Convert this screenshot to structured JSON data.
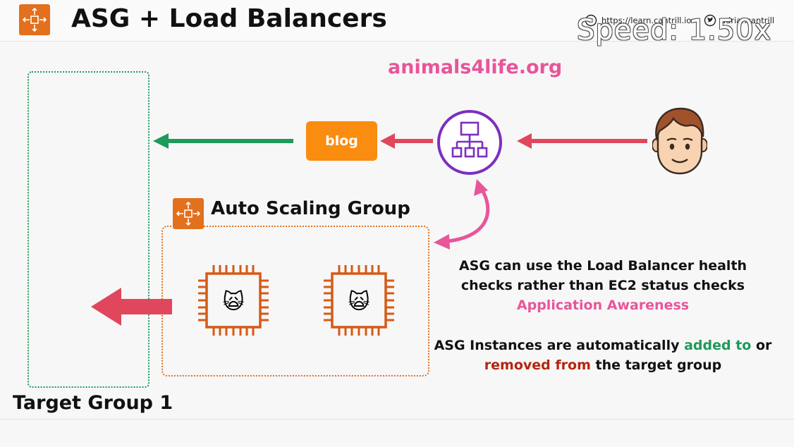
{
  "header": {
    "title": "ASG + Load Balancers",
    "website": "https://learn.cantrill.io",
    "social_handle": "adriancantrill",
    "speed_label": "Speed: 1.50x"
  },
  "diagram": {
    "brand": "animals4life.org",
    "blog_label": "blog",
    "asg_label": "Auto Scaling Group",
    "target_group_label": "Target Group 1",
    "instance_emoji": "🙀",
    "note1_line1": "ASG can use the Load Balancer health",
    "note1_line2": "checks rather than EC2 status checks",
    "note1_highlight": "Application Awareness",
    "note2_part1": "ASG Instances are automatically ",
    "note2_added": "added to",
    "note2_part2": " or",
    "note2_removed": "removed from",
    "note2_part3": " the target group"
  },
  "icons": {
    "asg": "auto-scaling-icon",
    "elb": "load-balancer-icon",
    "user": "user-avatar-icon",
    "ec2": "ec2-instance-icon",
    "web": "compass-icon",
    "social": "twitter-icon"
  },
  "colors": {
    "aws_orange": "#e2701c",
    "blog_orange": "#fa8c10",
    "pink": "#e8559a",
    "arrow_red": "#e0475c",
    "arrow_green": "#1e9a5a",
    "elb_purple": "#7b2fbe",
    "removed_red": "#b3260f"
  }
}
